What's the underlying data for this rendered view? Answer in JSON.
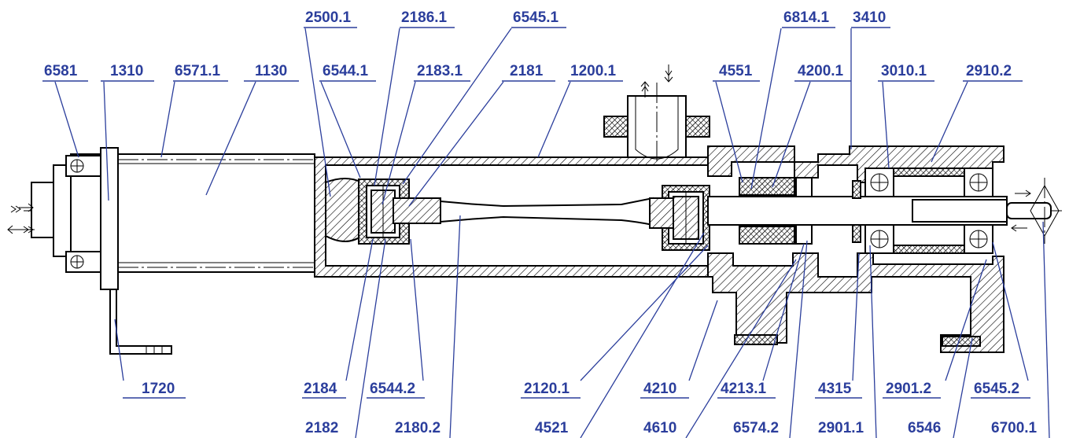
{
  "callouts_top": [
    {
      "id": "c-2500-1",
      "text": "2500.1"
    },
    {
      "id": "c-2186-1",
      "text": "2186.1"
    },
    {
      "id": "c-6545-1",
      "text": "6545.1"
    },
    {
      "id": "c-6814-1",
      "text": "6814.1"
    },
    {
      "id": "c-3410",
      "text": "3410"
    },
    {
      "id": "c-6581",
      "text": "6581"
    },
    {
      "id": "c-1310",
      "text": "1310"
    },
    {
      "id": "c-6571-1",
      "text": "6571.1"
    },
    {
      "id": "c-1130",
      "text": "1130"
    },
    {
      "id": "c-6544-1",
      "text": "6544.1"
    },
    {
      "id": "c-2183-1",
      "text": "2183.1"
    },
    {
      "id": "c-2181",
      "text": "2181"
    },
    {
      "id": "c-1200-1",
      "text": "1200.1"
    },
    {
      "id": "c-4551",
      "text": "4551"
    },
    {
      "id": "c-4200-1",
      "text": "4200.1"
    },
    {
      "id": "c-3010-1",
      "text": "3010.1"
    },
    {
      "id": "c-2910-2",
      "text": "2910.2"
    }
  ],
  "callouts_bottom": [
    {
      "id": "c-1720",
      "text": "1720"
    },
    {
      "id": "c-2184",
      "text": "2184"
    },
    {
      "id": "c-6544-2",
      "text": "6544.2"
    },
    {
      "id": "c-2120-1",
      "text": "2120.1"
    },
    {
      "id": "c-4210",
      "text": "4210"
    },
    {
      "id": "c-4213-1",
      "text": "4213.1"
    },
    {
      "id": "c-4315",
      "text": "4315"
    },
    {
      "id": "c-2901-2",
      "text": "2901.2"
    },
    {
      "id": "c-6545-2",
      "text": "6545.2"
    },
    {
      "id": "c-2182",
      "text": "2182"
    },
    {
      "id": "c-2180-2",
      "text": "2180.2"
    },
    {
      "id": "c-4521",
      "text": "4521"
    },
    {
      "id": "c-4610",
      "text": "4610"
    },
    {
      "id": "c-6574-2",
      "text": "6574.2"
    },
    {
      "id": "c-2901-1",
      "text": "2901.1"
    },
    {
      "id": "c-6546",
      "text": "6546"
    },
    {
      "id": "c-6700-1",
      "text": "6700.1"
    }
  ],
  "colors": {
    "callout": "#2b3e9c",
    "outline": "#000000"
  }
}
